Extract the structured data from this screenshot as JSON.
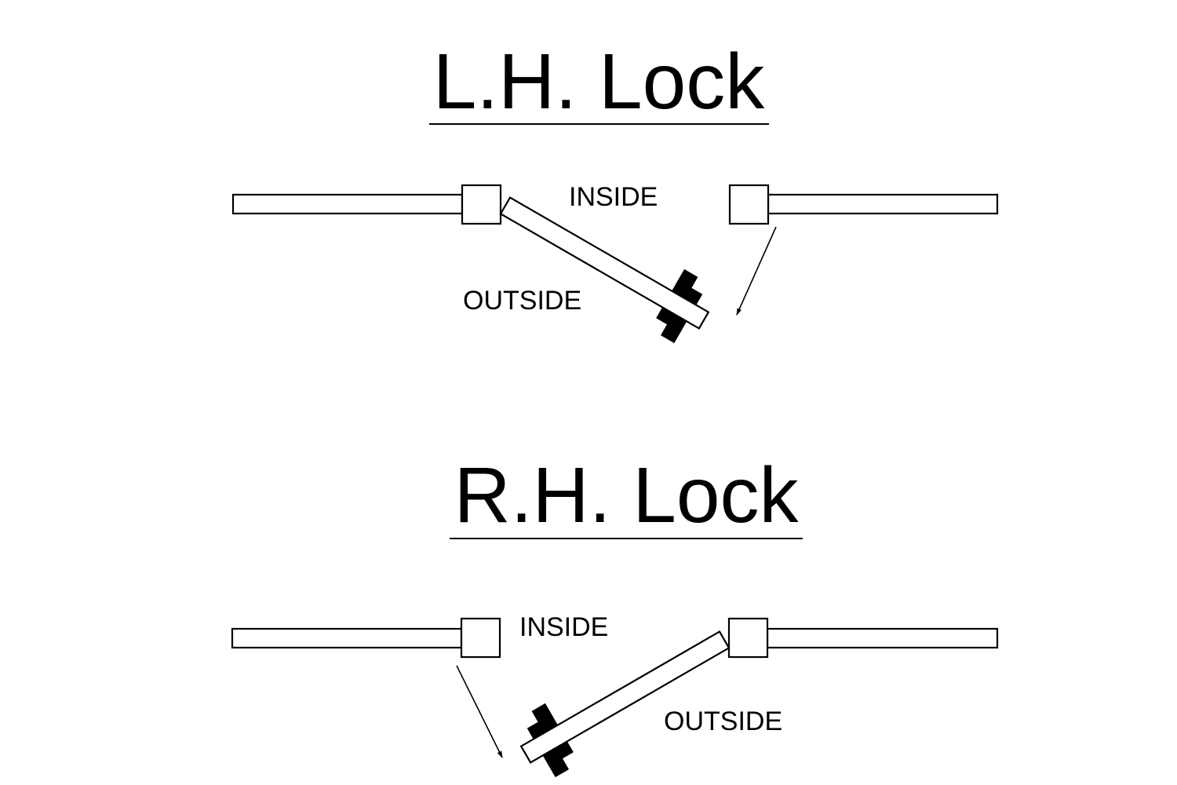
{
  "diagrams": [
    {
      "id": "lh",
      "title": "L.H. Lock",
      "inside_label": "INSIDE",
      "outside_label": "OUTSIDE",
      "handing": "left-hand",
      "door_open_angle_deg": 30,
      "swing_arrow": "present"
    },
    {
      "id": "rh",
      "title": "R.H. Lock",
      "inside_label": "INSIDE",
      "outside_label": "OUTSIDE",
      "handing": "right-hand",
      "door_open_angle_deg": 30,
      "swing_arrow": "present"
    }
  ],
  "colors": {
    "ink": "#000000",
    "background": "#ffffff"
  }
}
